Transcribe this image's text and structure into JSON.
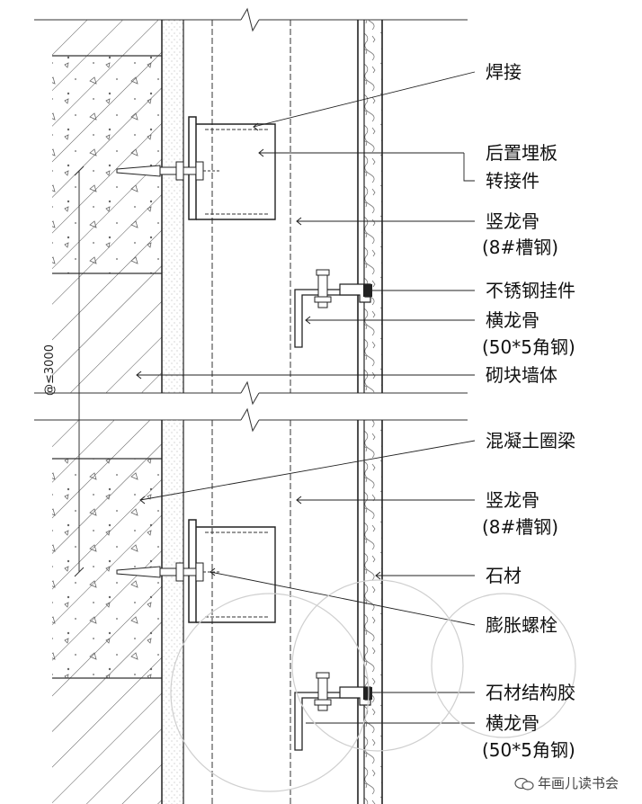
{
  "labels": {
    "weld": "焊接",
    "embedded_plate": "后置埋板",
    "adapter": "转接件",
    "vertical_keel_1": "竖龙骨",
    "vertical_keel_1_spec": "(8#槽钢)",
    "ss_hanger": "不锈钢挂件",
    "horizontal_keel_1": "横龙骨",
    "horizontal_keel_1_spec": "(50*5角钢)",
    "block_wall": "砌块墙体",
    "ring_beam": "混凝土圈梁",
    "vertical_keel_2": "竖龙骨",
    "vertical_keel_2_spec": "(8#槽钢)",
    "stone": "石材",
    "expansion_bolt": "膨胀螺栓",
    "stone_adhesive": "石材结构胶",
    "horizontal_keel_2": "横龙骨",
    "horizontal_keel_2_spec": "(50*5角钢)"
  },
  "dimension": "@≤3000",
  "watermark": "年画儿读书会",
  "icons": [
    "wechat-icon"
  ]
}
